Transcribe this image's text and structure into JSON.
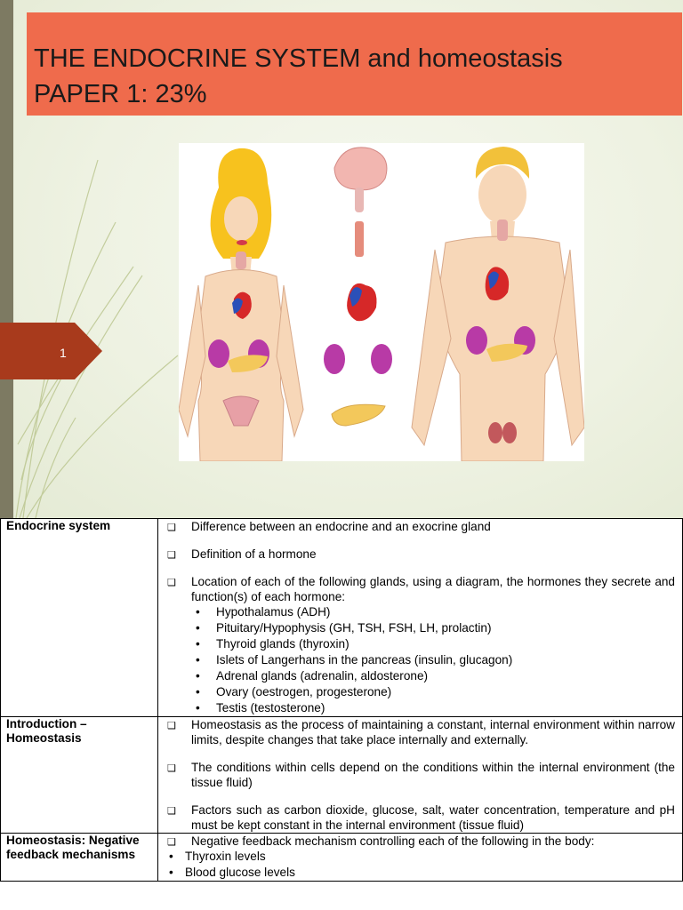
{
  "slide": {
    "title_line1": "THE ENDOCRINE SYSTEM and homeostasis",
    "title_line2": "PAPER 1: 23%",
    "page_number": "1",
    "illustration": "endocrine-glands-diagram",
    "colors": {
      "title_bar": "#ef6b4c",
      "page_tag": "#a83a1c",
      "left_strip": "#7d7a62",
      "background": "#eef2e2"
    }
  },
  "table": {
    "rows": [
      {
        "topic": "Endocrine system",
        "items": [
          {
            "text": "Difference between an endocrine and an exocrine gland"
          },
          {
            "text": "Definition of a hormone"
          },
          {
            "text": "Location of each of the following glands, using a diagram, the hormones they secrete and function(s) of each hormone:",
            "subitems": [
              "Hypothalamus (ADH)",
              "Pituitary/Hypophysis (GH, TSH, FSH, LH, prolactin)",
              "Thyroid glands (thyroxin)",
              "Islets of Langerhans in the pancreas (insulin, glucagon)",
              "Adrenal glands (adrenalin, aldosterone)",
              "Ovary (oestrogen, progesterone)",
              "Testis (testosterone)"
            ]
          }
        ]
      },
      {
        "topic": "Introduction – Homeostasis",
        "items": [
          {
            "text": "Homeostasis as the process of maintaining a constant, internal environment within narrow limits, despite changes that take place internally and externally."
          },
          {
            "text": "The conditions within cells depend on the conditions within the internal environment (the tissue fluid)"
          },
          {
            "text": "Factors such as carbon dioxide, glucose, salt, water concentration, temperature and pH must be kept constant in the internal environment (tissue fluid)"
          }
        ]
      },
      {
        "topic": "Homeostasis: Negative feedback mechanisms",
        "items": [
          {
            "text": "Negative feedback mechanism controlling each of the following in the body:",
            "subitems": [
              "Thyroxin levels",
              "Blood glucose levels"
            ]
          }
        ]
      }
    ]
  }
}
